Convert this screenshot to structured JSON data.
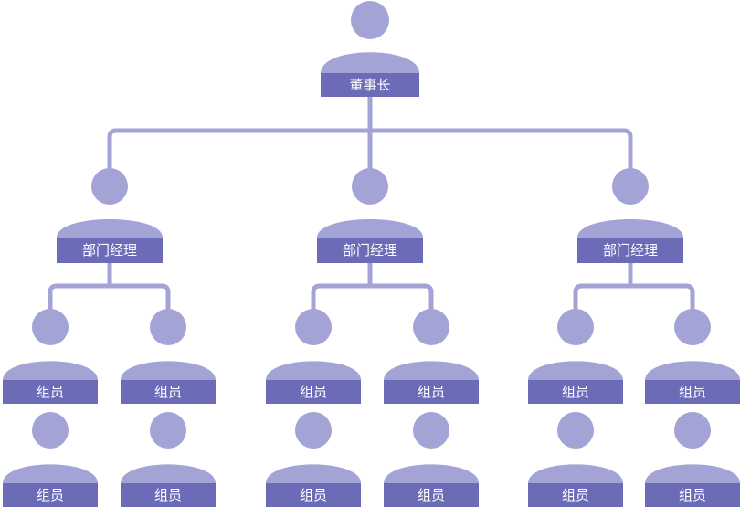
{
  "colors": {
    "person_light": "#a3a3d6",
    "person_band": "#6b6bb8",
    "connector": "#a3a3d6",
    "label_text": "#ffffff"
  },
  "chairman": {
    "label": "董事长"
  },
  "departments": [
    {
      "manager_label": "部门经理",
      "members": [
        {
          "label": "组员"
        },
        {
          "label": "组员"
        },
        {
          "label": "组员"
        },
        {
          "label": "组员"
        }
      ]
    },
    {
      "manager_label": "部门经理",
      "members": [
        {
          "label": "组员"
        },
        {
          "label": "组员"
        },
        {
          "label": "组员"
        },
        {
          "label": "组员"
        }
      ]
    },
    {
      "manager_label": "部门经理",
      "members": [
        {
          "label": "组员"
        },
        {
          "label": "组员"
        },
        {
          "label": "组员"
        },
        {
          "label": "组员"
        }
      ]
    }
  ]
}
